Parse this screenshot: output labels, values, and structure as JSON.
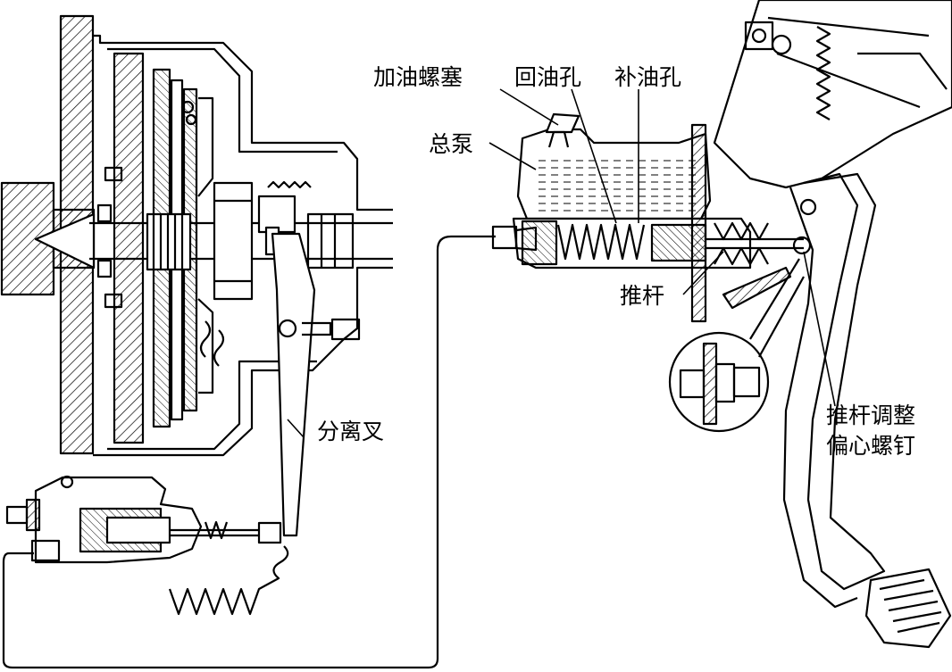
{
  "labels": {
    "filler_plug": "加油螺塞",
    "return_hole": "回油孔",
    "fill_hole": "补油孔",
    "master_cylinder": "总泵",
    "push_rod": "推杆",
    "release_fork": "分离叉",
    "adjust_line1": "推杆调整",
    "adjust_line2": "偏心螺钉"
  },
  "colors": {
    "ink": "#000000",
    "paper": "#ffffff",
    "fluid": "#e8e8e8"
  }
}
